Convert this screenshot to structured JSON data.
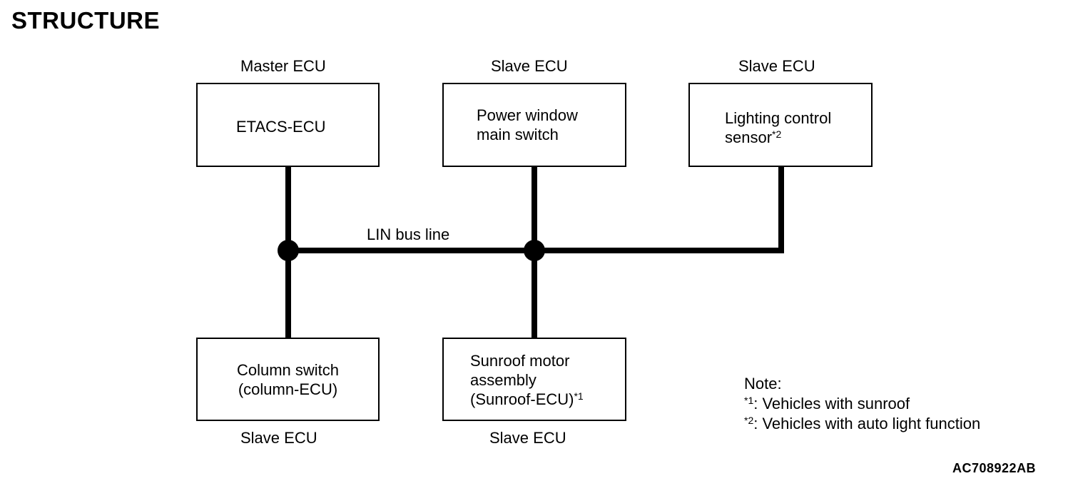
{
  "title": "STRUCTURE",
  "bus_label": "LIN bus line",
  "nodes": {
    "etacs": {
      "role": "Master ECU",
      "line1": "ETACS-ECU"
    },
    "power_window": {
      "role": "Slave ECU",
      "line1": "Power window",
      "line2": "main switch"
    },
    "lighting": {
      "role": "Slave ECU",
      "line1": "Lighting control",
      "line2": "sensor",
      "mark": "*2"
    },
    "column": {
      "role": "Slave ECU",
      "line1": "Column switch",
      "line2": "(column-ECU)"
    },
    "sunroof": {
      "role": "Slave ECU",
      "line1": "Sunroof motor",
      "line2": "assembly",
      "line3": "(Sunroof-ECU)",
      "mark": "*1"
    }
  },
  "note": {
    "heading": "Note:",
    "items": [
      {
        "mark": "*1",
        "text": ": Vehicles with sunroof"
      },
      {
        "mark": "*2",
        "text": ": Vehicles with auto light function"
      }
    ]
  },
  "figure_code": "AC708922AB"
}
